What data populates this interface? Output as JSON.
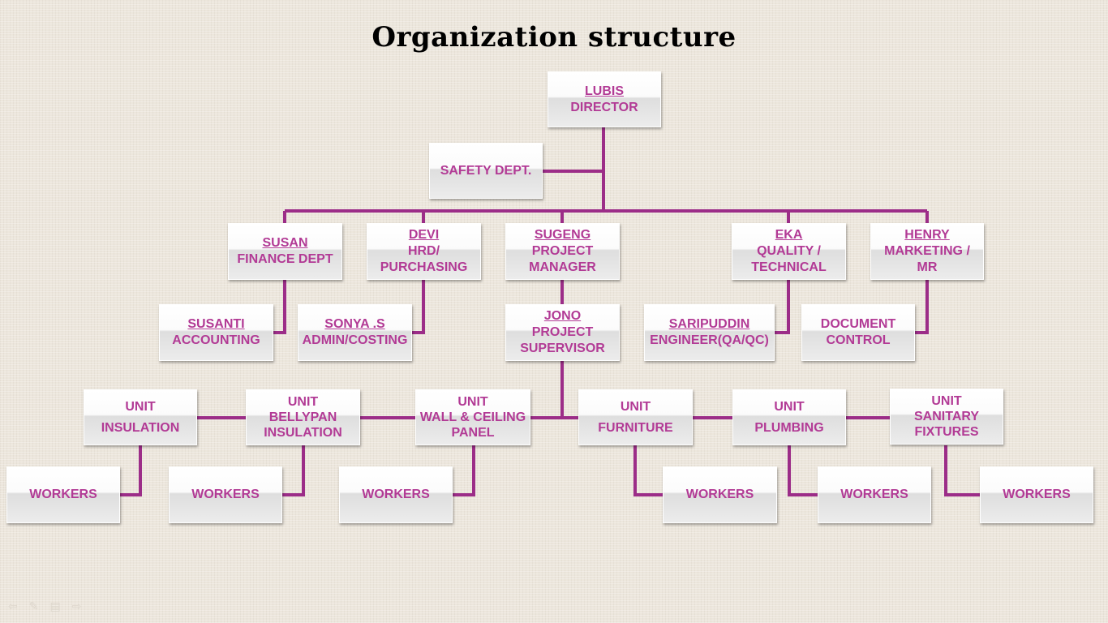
{
  "title": "Organization structure",
  "colors": {
    "text": "#b23a95",
    "line": "#9c2d88"
  },
  "director": {
    "name": "LUBIS",
    "role": "DIRECTOR"
  },
  "safety": {
    "role": "SAFETY DEPT."
  },
  "managers": [
    {
      "name": "SUSAN",
      "role": "FINANCE DEPT"
    },
    {
      "name": "DEVI",
      "role": "HRD/ PURCHASING"
    },
    {
      "name": "SUGENG",
      "role": "PROJECT MANAGER"
    },
    {
      "name": "EKA",
      "role": "QUALITY / TECHNICAL"
    },
    {
      "name": "HENRY",
      "role": "MARKETING / MR"
    }
  ],
  "staff": [
    {
      "name": "SUSANTI",
      "role": "ACCOUNTING"
    },
    {
      "name": "SONYA .S",
      "role": "ADMIN/COSTING"
    },
    {
      "name": "JONO",
      "role": "PROJECT SUPERVISOR"
    },
    {
      "name": "SARIPUDDIN",
      "role": "ENGINEER(QA/QC)"
    },
    {
      "name": "",
      "role": "DOCUMENT CONTROL"
    }
  ],
  "units": [
    {
      "label": "UNIT",
      "role": "INSULATION"
    },
    {
      "label": "UNIT",
      "role": "BELLYPAN INSULATION"
    },
    {
      "label": "UNIT",
      "role": "WALL & CEILING PANEL"
    },
    {
      "label": "UNIT",
      "role": "FURNITURE"
    },
    {
      "label": "UNIT",
      "role": "PLUMBING"
    },
    {
      "label": "UNIT",
      "role": "SANITARY FIXTURES"
    }
  ],
  "workers_label": "WORKERS",
  "nav_icons": [
    "back-arrow-icon",
    "pen-icon",
    "menu-icon",
    "forward-arrow-icon"
  ]
}
